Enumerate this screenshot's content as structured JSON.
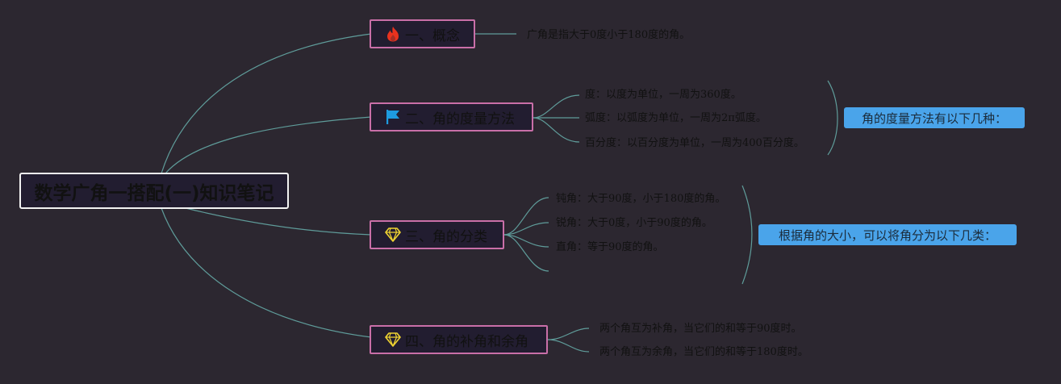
{
  "root": {
    "title": "数学广角一搭配(一)知识笔记"
  },
  "branches": [
    {
      "label": "一、概念",
      "icon": "fire-icon",
      "leaves": [
        "广角是指大于0度小于180度的角。"
      ]
    },
    {
      "label": "二、角的度量方法",
      "icon": "flag-icon",
      "leaves": [
        "度：以度为单位，一周为360度。",
        "弧度：以弧度为单位，一周为2π弧度。",
        "百分度：以百分度为单位，一周为400百分度。"
      ],
      "summary": "角的度量方法有以下几种："
    },
    {
      "label": "三、角的分类",
      "icon": "diamond-icon",
      "leaves": [
        "钝角：大于90度，小于180度的角。",
        "锐角：大于0度，小于90度的角。",
        "直角：等于90度的角。"
      ],
      "summary": "根据角的大小，可以将角分为以下几类："
    },
    {
      "label": "四、角的补角和余角",
      "icon": "diamond-icon",
      "leaves": [
        "两个角互为补角，当它们的和等于90度时。",
        "两个角互为余角，当它们的和等于180度时。"
      ]
    }
  ],
  "colors": {
    "background": "#2c2730",
    "node_fill": "#221d30",
    "branch_border": "#c96fa8",
    "root_border": "#f2f2f2",
    "connector": "#5f9c9a",
    "summary_fill": "#4aa4ea",
    "fire": "#e8321e",
    "flag": "#1e9be0",
    "diamond": "#f0d431"
  }
}
